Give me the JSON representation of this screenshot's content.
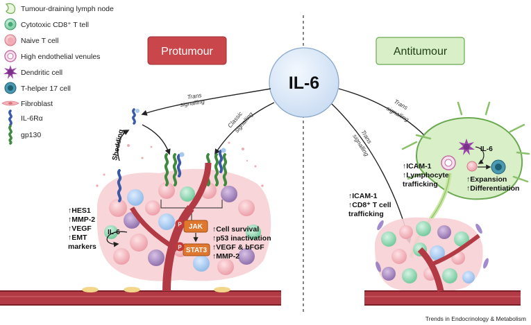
{
  "legend": [
    {
      "label": "Tumour-draining lymph node",
      "icon": "lymph-node-icon",
      "color": "#c8e6a0"
    },
    {
      "label": "Cytotoxic CD8⁺ T tell",
      "icon": "cd8-t-cell-icon",
      "color": "#7fd1a6"
    },
    {
      "label": "Naive T cell",
      "icon": "naive-t-cell-icon",
      "color": "#f5b0b8"
    },
    {
      "label": "High endothelial venules",
      "icon": "hev-icon",
      "color": "#d9a4c8"
    },
    {
      "label": "Dendritic cell",
      "icon": "dendritic-cell-icon",
      "color": "#9a4aa6"
    },
    {
      "label": "T-helper 17 cell",
      "icon": "th17-cell-icon",
      "color": "#2d7b92"
    },
    {
      "label": "Fibroblast",
      "icon": "fibroblast-icon",
      "color": "#f2a0a8"
    },
    {
      "label": "IL-6Rα",
      "icon": "il6r-alpha-icon",
      "color": "#3a5aa8"
    },
    {
      "label": "gp130",
      "icon": "gp130-icon",
      "color": "#3f8a3f"
    }
  ],
  "protumour": {
    "title": "Protumour",
    "trans_label_1": "Trans",
    "trans_label_2": "signalling",
    "classic_label_1": "Classic",
    "classic_label_2": "signalling",
    "shedding": "Shedding",
    "il6_small": "IL-6",
    "jak": "JAK",
    "stat3": "STAT3",
    "p_badge": "P",
    "left_effects": [
      "↑HES1",
      "↑MMP-2",
      "↑VEGF",
      "↑EMT",
      "markers"
    ],
    "right_effects": [
      "↑Cell survival",
      "↑p53 inactivation",
      "↑VEGF & bFGF",
      "↑MMP-2"
    ]
  },
  "center": {
    "il6": "IL-6"
  },
  "antitumour": {
    "title": "Antitumour",
    "trans1_a": "Trans",
    "trans1_b": "signalling",
    "trans2_a": "Trans",
    "trans2_b": "signalling",
    "lymph_effects": [
      "↑ICAM-1",
      "↑Lymphocyte",
      "trafficking"
    ],
    "il6_node": "IL-6",
    "expansion": [
      "↑Expansion",
      "↑Differentiation"
    ],
    "tumour_effects": [
      "↑ICAM-1",
      "↑CD8⁺ T cell",
      "trafficking"
    ]
  },
  "credit": "Trends in Endocrinology & Metabolism",
  "colors": {
    "protumour_fill": "#c9474b",
    "antitumour_fill": "#d8efc8",
    "antitumour_stroke": "#6aa84f",
    "il6_fill": "#dde9f7",
    "vessel": "#a8303a",
    "jak_fill": "#e0772e"
  }
}
